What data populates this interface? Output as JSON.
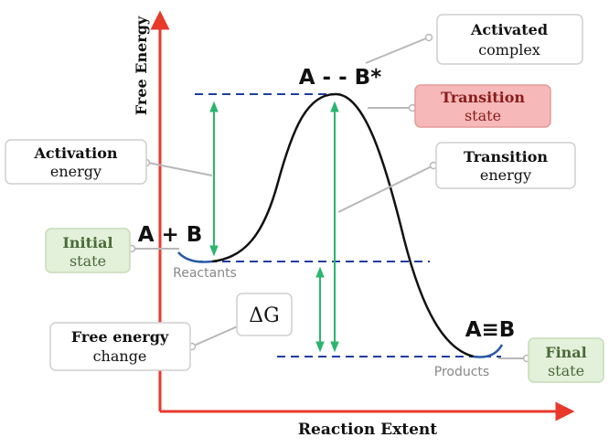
{
  "axes": {
    "y_label": "Free Energy",
    "x_label": "Reaction Extent",
    "color": "#e8392b"
  },
  "species": {
    "reactants_formula": "A + B",
    "complex_formula": "A - - B*",
    "products_formula": "A≡B",
    "reactants_caption": "Reactants",
    "products_caption": "Products"
  },
  "callouts": {
    "activated_complex": {
      "line1": "Activated",
      "line2": "complex"
    },
    "transition_state": {
      "line1": "Transition",
      "line2": "state",
      "fill": "#f6b8b8",
      "stroke": "#e39a9a"
    },
    "activation_energy": {
      "line1": "Activation",
      "line2": "energy"
    },
    "transition_energy": {
      "line1": "Transition",
      "line2": "energy"
    },
    "initial_state": {
      "line1": "Initial",
      "line2": "state",
      "fill": "#e3f0da",
      "stroke": "#c6dbb8"
    },
    "free_energy_change": {
      "line1": "Free energy",
      "line2": "change"
    },
    "final_state": {
      "line1": "Final",
      "line2": "state",
      "fill": "#e3f0da",
      "stroke": "#c6dbb8"
    },
    "delta_g": "ΔG"
  },
  "colors": {
    "curve": "#111111",
    "curve_ends": "#2a5aa8",
    "dashed_levels": "#1f3f9e",
    "arrows": "#2bb56f",
    "leaders": "#b8b8b8",
    "box_stroke": "#cfcfcf"
  }
}
